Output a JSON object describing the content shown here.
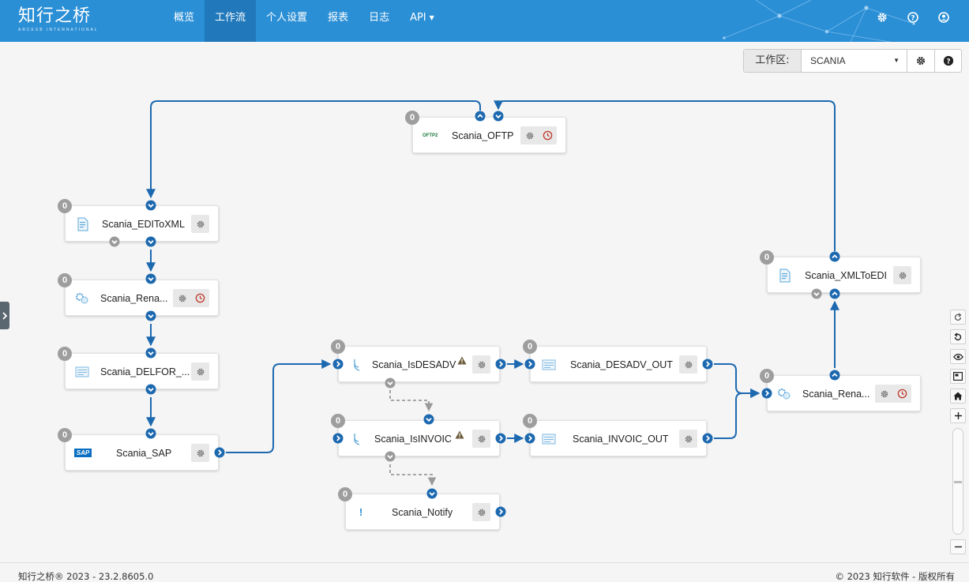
{
  "header": {
    "logo": "知行之桥",
    "logo_sub": "ARCESB INTERNATIONAL",
    "nav": [
      "概览",
      "工作流",
      "个人设置",
      "报表",
      "日志",
      "API"
    ],
    "active_nav": "工作流",
    "icons": [
      "gear-icon",
      "help-icon",
      "user-icon"
    ]
  },
  "workspace": {
    "label": "工作区:",
    "value": "SCANIA"
  },
  "flow": {
    "nodes": [
      {
        "id": "oftp",
        "name": "Scania_OFTP",
        "count": "0",
        "icon": "oftp-icon",
        "icon_text": "OFTP2",
        "schedule": true
      },
      {
        "id": "editoxml",
        "name": "Scania_EDIToXML",
        "count": "0",
        "icon": "edi-file-icon",
        "schedule": false
      },
      {
        "id": "rename1",
        "name": "Scania_Rena...",
        "count": "0",
        "icon": "rename-icon",
        "schedule": true
      },
      {
        "id": "delfor",
        "name": "Scania_DELFOR_...",
        "count": "0",
        "icon": "edi-doc-icon",
        "schedule": false
      },
      {
        "id": "sap",
        "name": "Scania_SAP",
        "count": "0",
        "icon": "sap-icon",
        "icon_text": "SAP",
        "schedule": false
      },
      {
        "id": "isdesadv",
        "name": "Scania_IsDESADV",
        "count": "0",
        "icon": "branch-icon",
        "warning": true,
        "schedule": false
      },
      {
        "id": "isinvoic",
        "name": "Scania_IsINVOIC",
        "count": "0",
        "icon": "branch-icon",
        "warning": true,
        "schedule": false
      },
      {
        "id": "notify",
        "name": "Scania_Notify",
        "count": "0",
        "icon": "notify-icon",
        "schedule": false
      },
      {
        "id": "desadvout",
        "name": "Scania_DESADV_OUT",
        "count": "0",
        "icon": "edi-doc-icon",
        "schedule": false
      },
      {
        "id": "invoicout",
        "name": "Scania_INVOIC_OUT",
        "count": "0",
        "icon": "edi-doc-icon",
        "schedule": false
      },
      {
        "id": "rename2",
        "name": "Scania_Rena...",
        "count": "0",
        "icon": "rename-icon",
        "schedule": true
      },
      {
        "id": "xmltoedi",
        "name": "Scania_XMLToEDI",
        "count": "0",
        "icon": "edi-file-icon",
        "schedule": false
      }
    ]
  },
  "footer": {
    "version": "知行之桥® 2023 - 23.2.8605.0",
    "copyright": "© 2023 知行软件 - 版权所有"
  },
  "colors": {
    "header": "#2b8fd6",
    "nav_active": "#2179bc",
    "link": "#1d69b0",
    "badge": "#9e9e9e"
  }
}
